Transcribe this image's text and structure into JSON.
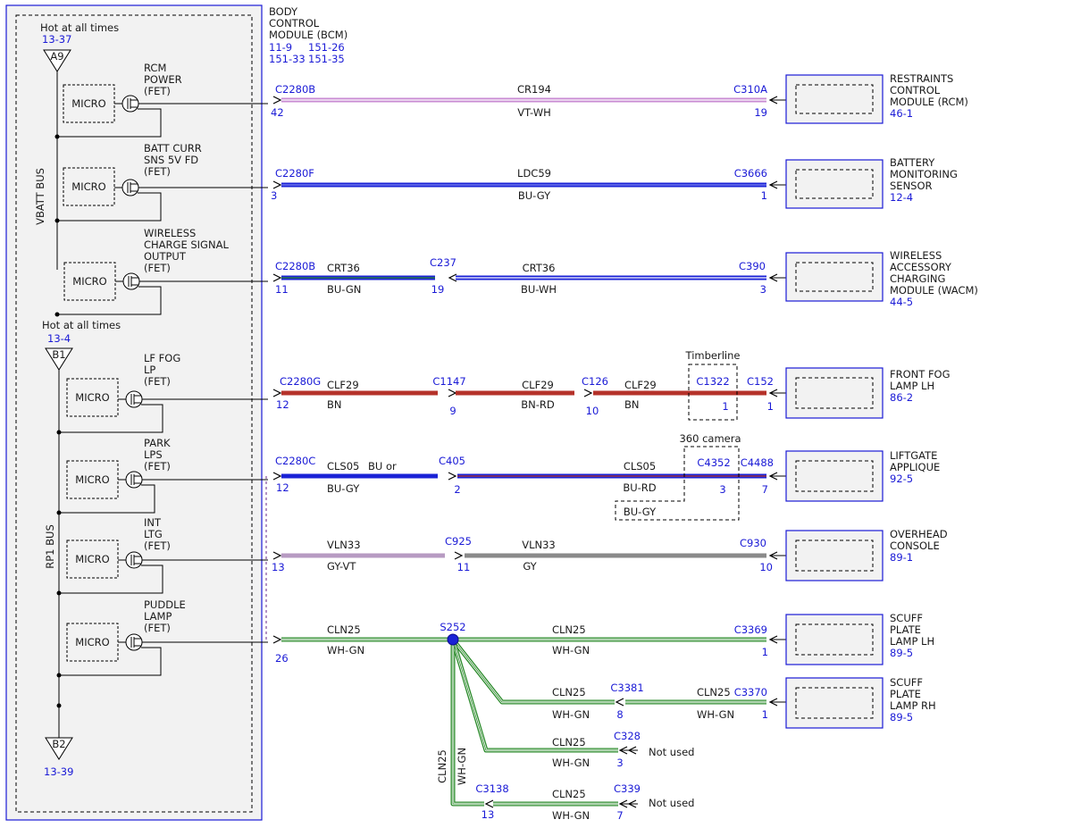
{
  "bcm": {
    "title_lines": [
      "BODY",
      "CONTROL",
      "MODULE (BCM)"
    ],
    "refs_1": [
      "11-9",
      "151-26"
    ],
    "refs_2": [
      "151-33",
      "151-35"
    ]
  },
  "buses": {
    "vbatt": {
      "label": "VBATT BUS",
      "hot": "Hot at all times",
      "ref": "13-37",
      "terminal": "A9"
    },
    "rp1": {
      "label": "RP1 BUS",
      "hot": "Hot at all times",
      "ref": "13-4",
      "terminal": "B1"
    },
    "bottom": {
      "terminal": "B2",
      "ref": "13-39"
    }
  },
  "micro_label": "MICRO",
  "outputs": [
    {
      "lines": [
        "RCM",
        "POWER",
        "(FET)"
      ]
    },
    {
      "lines": [
        "BATT CURR",
        "SNS 5V FD",
        "(FET)"
      ]
    },
    {
      "lines": [
        "WIRELESS",
        "CHARGE SIGNAL",
        "OUTPUT",
        "(FET)"
      ]
    },
    {
      "lines": [
        "LF FOG",
        "LP",
        "(FET)"
      ]
    },
    {
      "lines": [
        "PARK",
        "LPS",
        "(FET)"
      ]
    },
    {
      "lines": [
        "INT",
        "LTG",
        "(FET)"
      ]
    },
    {
      "lines": [
        "PUDDLE",
        "LAMP",
        "(FET)"
      ]
    }
  ],
  "circuits": [
    {
      "start_conn": "C2280B",
      "start_pin": "42",
      "circuit": "CR194",
      "color": "VT-WH",
      "end_conn": "C310A",
      "end_pin": "19"
    },
    {
      "start_conn": "C2280F",
      "start_pin": "3",
      "circuit": "LDC59",
      "color": "BU-GY",
      "end_conn": "C3666",
      "end_pin": "1"
    },
    {
      "start_conn": "C2280B",
      "start_pin": "11",
      "seg1_circuit": "CRT36",
      "seg1_color": "BU-GN",
      "mid_conn": "C237",
      "mid_pin": "19",
      "seg2_circuit": "CRT36",
      "seg2_color": "BU-WH",
      "end_conn": "C390",
      "end_pin": "3"
    },
    {
      "start_conn": "C2280G",
      "start_pin": "12",
      "seg1_circuit": "CLF29",
      "seg1_color": "BN",
      "mid1_conn": "C1147",
      "mid1_pin": "9",
      "seg2_circuit": "CLF29",
      "seg2_color": "BN-RD",
      "mid2_conn": "C126",
      "mid2_pin": "10",
      "seg3_circuit": "CLF29",
      "seg3_color": "BN",
      "option_label": "Timberline",
      "option_conn": "C1322",
      "option_pin": "1",
      "end_conn": "C152",
      "end_pin": "1"
    },
    {
      "start_conn": "C2280C",
      "start_pin": "12",
      "seg1_circuit": "CLS05",
      "seg1_extra": "BU  or",
      "seg1_color": "BU-GY",
      "mid_conn": "C405",
      "mid_pin": "2",
      "seg2_circuit": "CLS05",
      "seg2_color": "BU-RD",
      "alt_color": "BU-GY",
      "option_label": "360 camera",
      "option_conn": "C4352",
      "option_pin": "3",
      "end_conn": "C4488",
      "end_pin": "7"
    },
    {
      "start_pin": "13",
      "seg1_circuit": "VLN33",
      "seg1_color": "GY-VT",
      "mid_conn": "C925",
      "mid_pin": "11",
      "seg2_circuit": "VLN33",
      "seg2_color": "GY",
      "end_conn": "C930",
      "end_pin": "10"
    },
    {
      "start_pin": "26",
      "circuit": "CLN25",
      "color": "WH-GN",
      "splice": "S252",
      "branch_circuit": "CLN25",
      "branch_color": "WH-GN",
      "end_conn": "C3369",
      "end_pin": "1"
    }
  ],
  "cln25_branches": {
    "rh": {
      "circuit_a": "CLN25",
      "color_a": "WH-GN",
      "conn_a": "C3381",
      "pin_a": "8",
      "circuit_b": "CLN25",
      "color_b": "WH-GN",
      "conn_b": "C3370",
      "pin_b": "1"
    },
    "c328": {
      "circuit": "CLN25",
      "color": "WH-GN",
      "conn": "C328",
      "pin": "3",
      "note": "Not used"
    },
    "c339": {
      "vert_circuit": "CLN25",
      "vert_color": "WH-GN",
      "conn_left": "C3138",
      "pin_left": "13",
      "circuit": "CLN25",
      "color": "WH-GN",
      "conn": "C339",
      "pin": "7",
      "note": "Not used"
    }
  },
  "modules": [
    {
      "lines": [
        "RESTRAINTS",
        "CONTROL",
        "MODULE (RCM)"
      ],
      "ref": "46-1"
    },
    {
      "lines": [
        "BATTERY",
        "MONITORING",
        "SENSOR"
      ],
      "ref": "12-4"
    },
    {
      "lines": [
        "WIRELESS",
        "ACCESSORY",
        "CHARGING",
        "MODULE (WACM)"
      ],
      "ref": "44-5"
    },
    {
      "lines": [
        "FRONT FOG",
        "LAMP LH"
      ],
      "ref": "86-2"
    },
    {
      "lines": [
        "LIFTGATE",
        "APPLIQUE"
      ],
      "ref": "92-5"
    },
    {
      "lines": [
        "OVERHEAD",
        "CONSOLE"
      ],
      "ref": "89-1"
    },
    {
      "lines": [
        "SCUFF",
        "PLATE",
        "LAMP LH"
      ],
      "ref": "89-5"
    },
    {
      "lines": [
        "SCUFF",
        "PLATE",
        "LAMP RH"
      ],
      "ref": "89-5"
    }
  ],
  "wire_colors": {
    "violet": "#c98bd3",
    "white": "#ffffff",
    "blue": "#1a22d6",
    "blue_light": "#7f86ef",
    "green": "#2a8a2a",
    "brown": "#b5322a",
    "gray": "#8a8a8a",
    "gray_violet": "#b79bc2",
    "module_border": "#1a1ad6",
    "text_blue": "#1a1ad6"
  }
}
